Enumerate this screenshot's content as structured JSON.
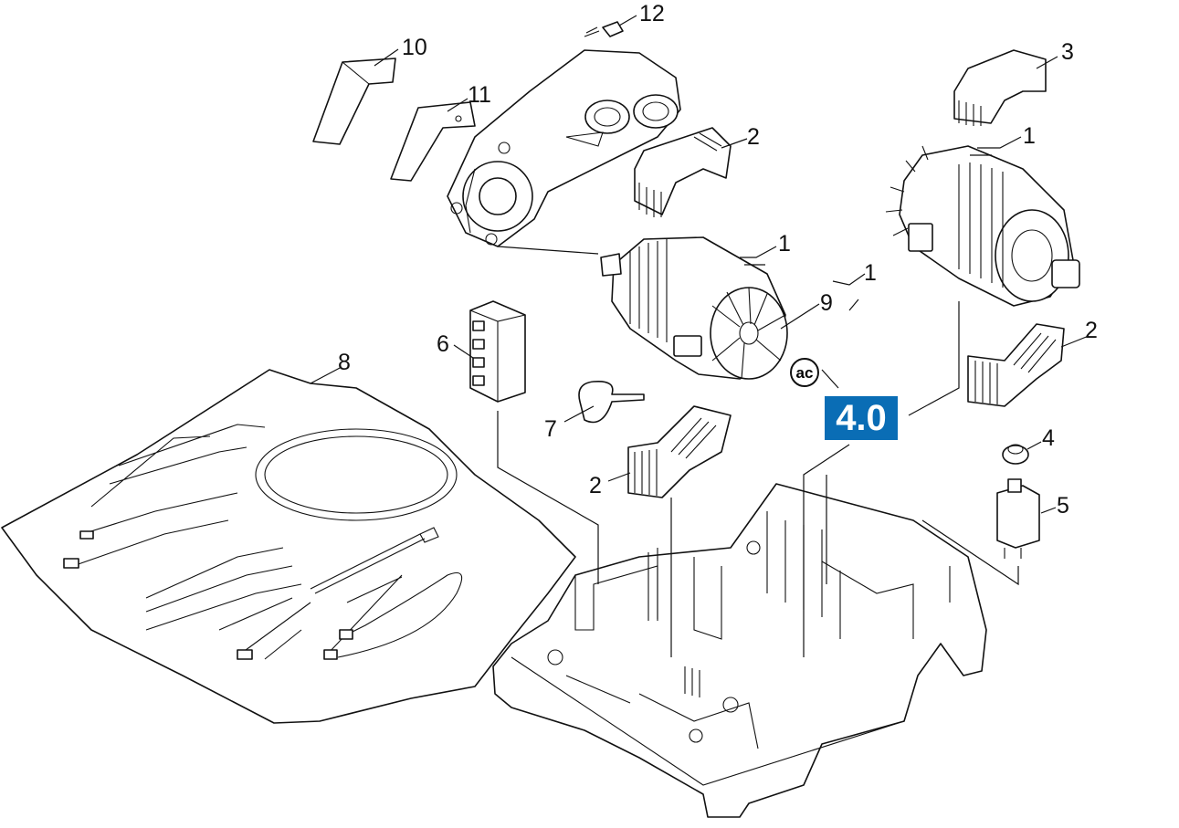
{
  "callouts": {
    "c10": "10",
    "c11": "11",
    "c12": "12",
    "c3": "3",
    "c2_top": "2",
    "c1_right": "1",
    "c1_motor": "1",
    "c1_group": "1",
    "c9": "9",
    "c6": "6",
    "c8": "8",
    "c2_right": "2",
    "c7": "7",
    "c4": "4",
    "c5": "5",
    "c2_bottom": "2"
  },
  "badge": {
    "label": "4.0",
    "color": "#0a6db5"
  },
  "ac_mark": "ac"
}
